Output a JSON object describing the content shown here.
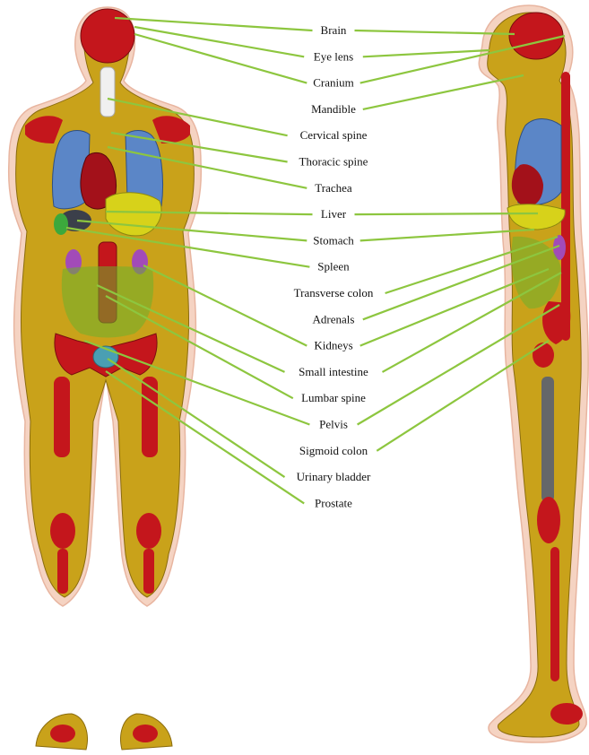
{
  "figure": {
    "labels": [
      "Brain",
      "Eye lens",
      "Cranium",
      "Mandible",
      "Cervical spine",
      "Thoracic spine",
      "Trachea",
      "Liver",
      "Stomach",
      "Spleen",
      "Transverse colon",
      "Adrenals",
      "Kidneys",
      "Small intestine",
      "Lumbar spine",
      "Pelvis",
      "Sigmoid colon",
      "Urinary bladder",
      "Prostate"
    ]
  },
  "colors": {
    "leader_line": "#8dc63f",
    "skin": "#f3c9b4",
    "fat": "#c9a21a",
    "bone": "#c4161c",
    "lung": "#5b86c7",
    "liver": "#d7d21a",
    "kidney": "#a24bb8",
    "intestine": "#6bb12d",
    "bladder": "#4a9fb3"
  }
}
